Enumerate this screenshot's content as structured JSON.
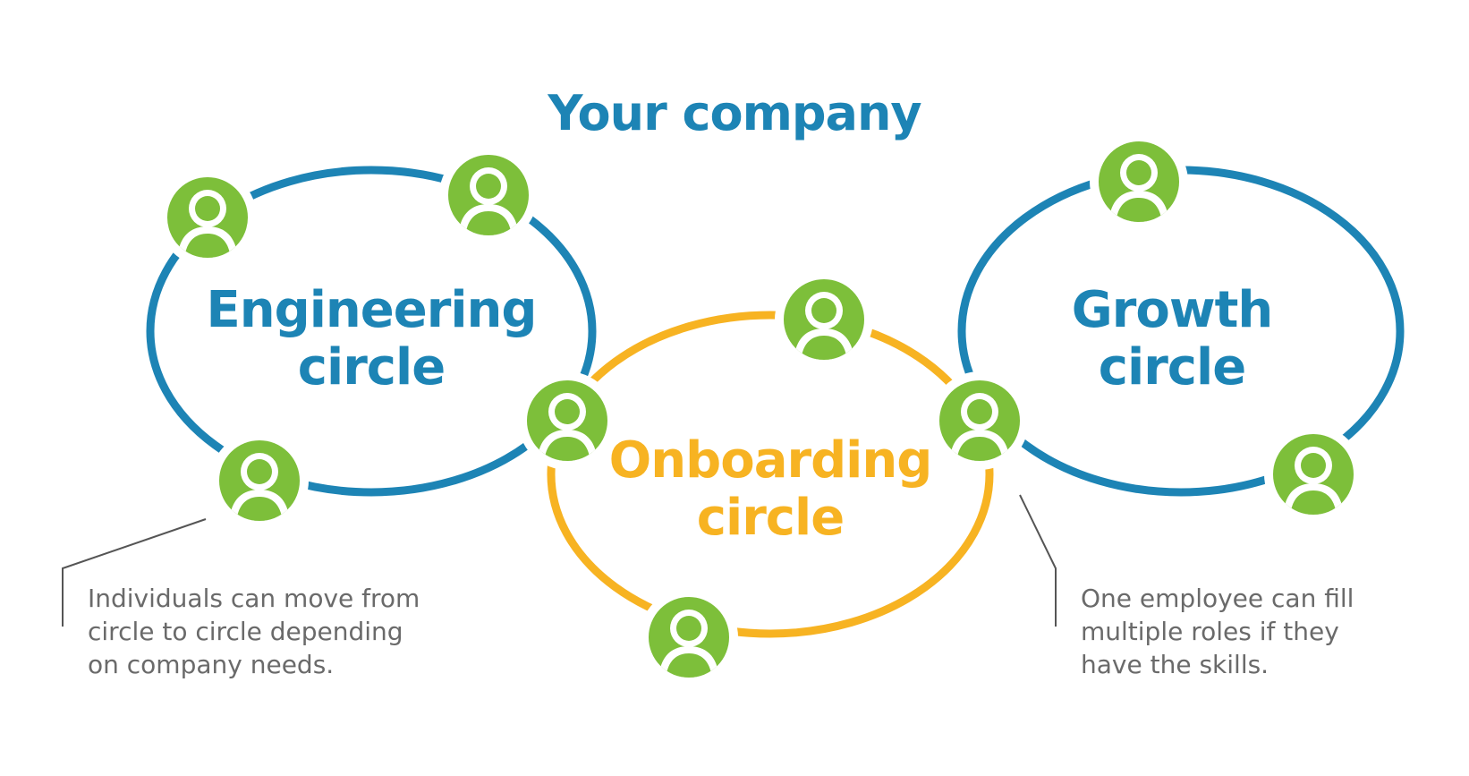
{
  "title": "Your company",
  "colors": {
    "blue": "#1d84b5",
    "orange": "#f7b322",
    "green": "#7dbf3a",
    "gray_text": "#6a6a6a",
    "line": "#555555"
  },
  "circles": [
    {
      "id": "engineering",
      "line1": "Engineering",
      "line2": "circle",
      "color": "blue",
      "members": 4
    },
    {
      "id": "onboarding",
      "line1": "Onboarding",
      "line2": "circle",
      "color": "orange",
      "members": 4
    },
    {
      "id": "growth",
      "line1": "Growth",
      "line2": "circle",
      "color": "blue",
      "members": 3
    }
  ],
  "notes": {
    "left": {
      "line1": "Individuals can move from",
      "line2": "circle to circle depending",
      "line3": "on company needs."
    },
    "right": {
      "line1": "One employee can fill",
      "line2": "multiple roles if they",
      "line3": "have the skills."
    }
  },
  "icon": "person-icon"
}
